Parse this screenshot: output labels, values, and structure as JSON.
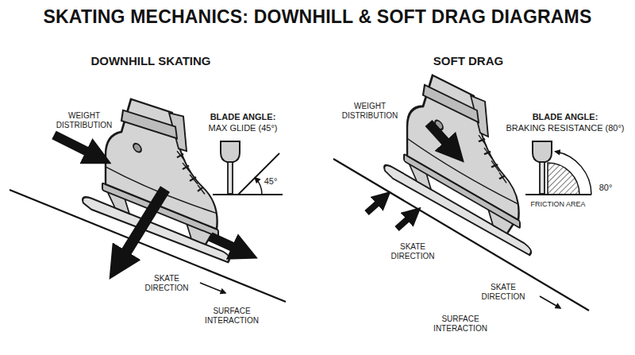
{
  "diagram": {
    "title": "SKATING MECHANICS: DOWNHILL & SOFT DRAG DIAGRAMS",
    "labels": [
      "DOWNHILL SKATING",
      "SOFT DRAG",
      "WEIGHT DISTRIBUTION",
      "BLADE ANGLE:",
      "MAX GLIDE (45°)",
      "45°",
      "SKATE DIRECTION",
      "SURFACE INTERACTION",
      "WEIGHT DISTRIBUTION",
      "BLADE ANGLE:",
      "BRAKING RESISTANCE (80°)",
      "80°",
      "FRICTION AREA",
      "SKATE DIRECTION",
      "SKATE DIRECTION",
      "SURFACE INTERACTION"
    ]
  }
}
